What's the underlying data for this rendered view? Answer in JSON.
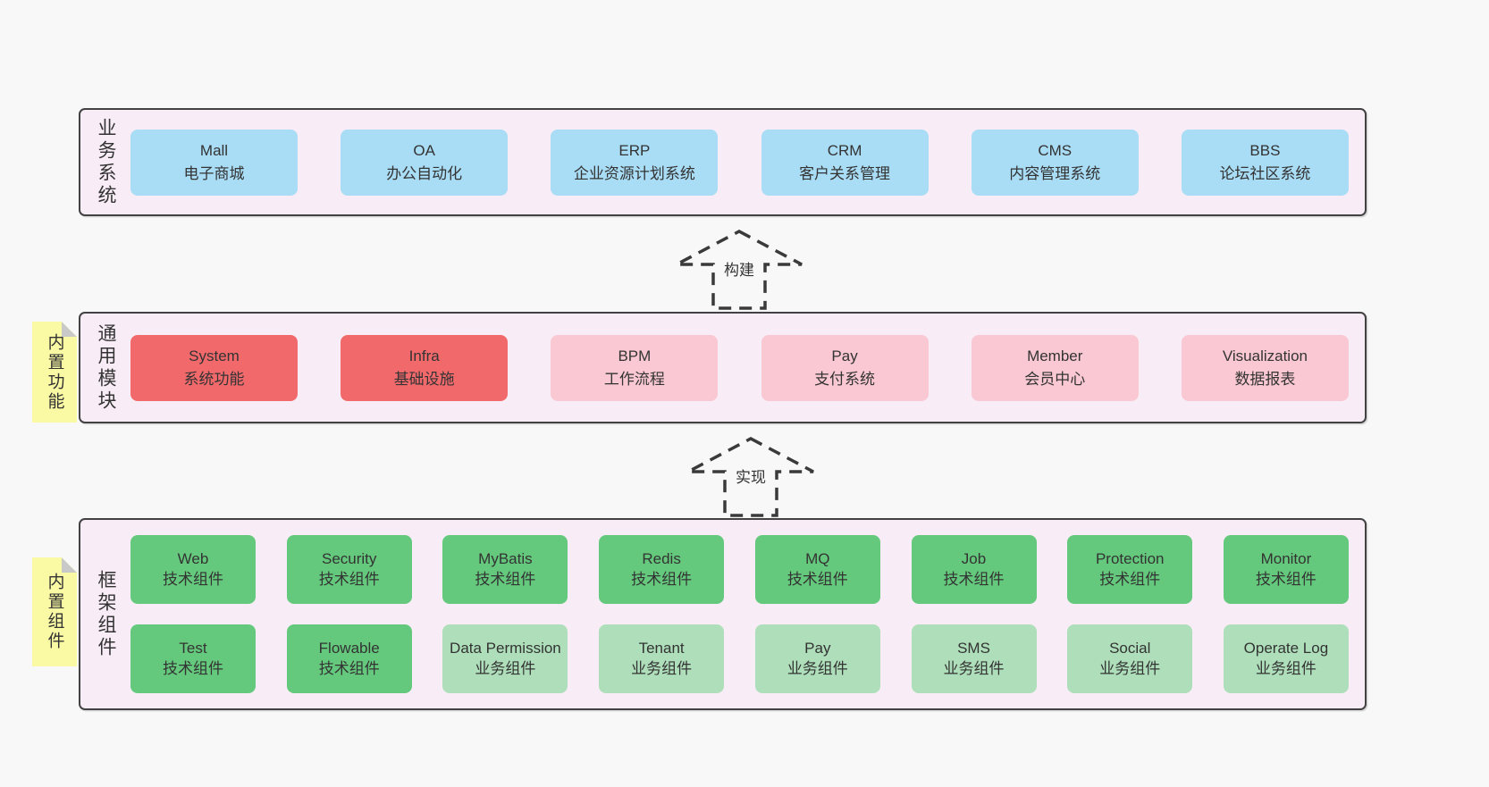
{
  "colors": {
    "page_bg": "#f8f8f8",
    "container_bg": "#f8edf6",
    "container_border": "#424242",
    "blue": "#a9dcf5",
    "red": "#f2696c",
    "pink": "#f9c8d2",
    "green_dark": "#64c97c",
    "green_light": "#aedfba",
    "sticky_yellow": "#fafaa4",
    "fold_gray": "#c9c9c9",
    "text": "#333333"
  },
  "arrows": {
    "build": {
      "label": "构建"
    },
    "implement": {
      "label": "实现"
    }
  },
  "layers": {
    "business": {
      "label": "业务系统",
      "boxes": [
        {
          "title": "Mall",
          "subtitle": "电子商城"
        },
        {
          "title": "OA",
          "subtitle": "办公自动化"
        },
        {
          "title": "ERP",
          "subtitle": "企业资源计划系统"
        },
        {
          "title": "CRM",
          "subtitle": "客户关系管理"
        },
        {
          "title": "CMS",
          "subtitle": "内容管理系统"
        },
        {
          "title": "BBS",
          "subtitle": "论坛社区系统"
        }
      ]
    },
    "modules": {
      "label": "通用模块",
      "sticky": "内置功能",
      "boxes": [
        {
          "title": "System",
          "subtitle": "系统功能",
          "variant": "red"
        },
        {
          "title": "Infra",
          "subtitle": "基础设施",
          "variant": "red"
        },
        {
          "title": "BPM",
          "subtitle": "工作流程",
          "variant": "pink"
        },
        {
          "title": "Pay",
          "subtitle": "支付系统",
          "variant": "pink"
        },
        {
          "title": "Member",
          "subtitle": "会员中心",
          "variant": "pink"
        },
        {
          "title": "Visualization",
          "subtitle": "数据报表",
          "variant": "pink"
        }
      ]
    },
    "components": {
      "label": "框架组件",
      "sticky": "内置组件",
      "row1": [
        {
          "title": "Web",
          "subtitle": "技术组件"
        },
        {
          "title": "Security",
          "subtitle": "技术组件"
        },
        {
          "title": "MyBatis",
          "subtitle": "技术组件"
        },
        {
          "title": "Redis",
          "subtitle": "技术组件"
        },
        {
          "title": "MQ",
          "subtitle": "技术组件"
        },
        {
          "title": "Job",
          "subtitle": "技术组件"
        },
        {
          "title": "Protection",
          "subtitle": "技术组件"
        },
        {
          "title": "Monitor",
          "subtitle": "技术组件"
        }
      ],
      "row2": [
        {
          "title": "Test",
          "subtitle": "技术组件",
          "variant": "green_dark"
        },
        {
          "title": "Flowable",
          "subtitle": "技术组件",
          "variant": "green_dark"
        },
        {
          "title": "Data Permission",
          "subtitle": "业务组件",
          "variant": "green_light"
        },
        {
          "title": "Tenant",
          "subtitle": "业务组件",
          "variant": "green_light"
        },
        {
          "title": "Pay",
          "subtitle": "业务组件",
          "variant": "green_light"
        },
        {
          "title": "SMS",
          "subtitle": "业务组件",
          "variant": "green_light"
        },
        {
          "title": "Social",
          "subtitle": "业务组件",
          "variant": "green_light"
        },
        {
          "title": "Operate Log",
          "subtitle": "业务组件",
          "variant": "green_light"
        }
      ]
    }
  }
}
